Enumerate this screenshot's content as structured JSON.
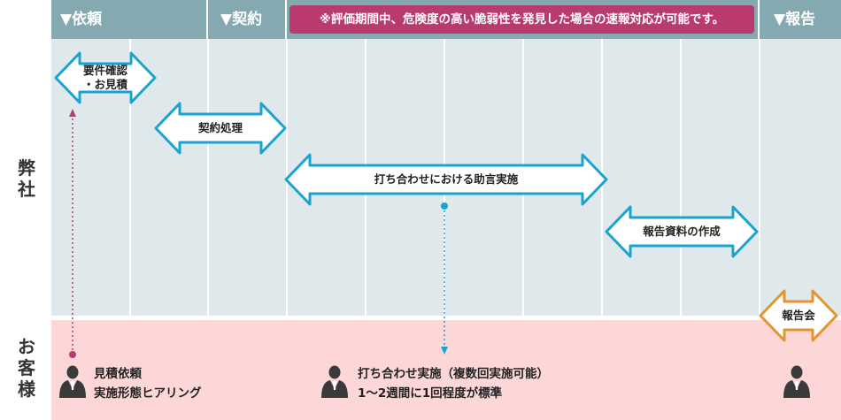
{
  "header": {
    "request": "▼依頼",
    "contract": "▼契約",
    "note": "※評価期間中、危険度の高い脆弱性を発見した場合の速報対応が可能です。",
    "report": "▼報告"
  },
  "lanes": {
    "company": "弊\n社",
    "client": "お\n客\n様"
  },
  "arrows": {
    "estimate": "要件確認\n・お見積",
    "contract_processing": "契約処理",
    "advice": "打ち合わせにおける助言実施",
    "report_creation": "報告資料の作成",
    "report_meeting": "報告会"
  },
  "client_items": {
    "request_line1": "見積依頼",
    "request_line2": "実施形態ヒアリング",
    "meeting_line1": "打ち合わせ実施（複数回実施可能）",
    "meeting_line2": "1～2週間に1回程度が標準"
  },
  "colors": {
    "header": "#84a9b1",
    "note": "#b83a6f",
    "company_lane": "#dfe8ea",
    "client_lane": "#fdd6d7",
    "blue_arrow": "#1aa3cf",
    "orange_arrow": "#e2962c",
    "pink_dot": "#b83a6f",
    "blue_dot": "#1aa3cf"
  },
  "icons": [
    "person-icon",
    "person-icon",
    "person-icon"
  ]
}
